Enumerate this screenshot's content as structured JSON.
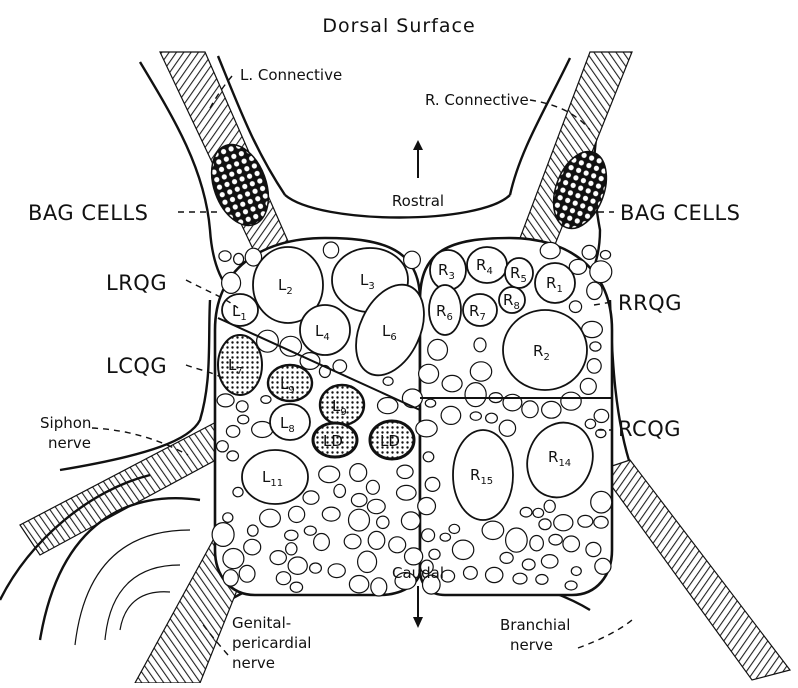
{
  "title": "Dorsal Surface",
  "directions": {
    "rostral": "Rostral",
    "caudal": "Caudal"
  },
  "nerves": {
    "l_connective": "L. Connective",
    "r_connective": "R. Connective",
    "siphon_line1": "Siphon",
    "siphon_line2": "nerve",
    "genital_line1": "Genital-",
    "genital_line2": "pericardial",
    "genital_line3": "nerve",
    "branchial_line1": "Branchial",
    "branchial_line2": "nerve"
  },
  "regions": {
    "bag_cells_left": "BAG CELLS",
    "bag_cells_right": "BAG CELLS",
    "lrqg": "LRQG",
    "lcqg": "LCQG",
    "rrqg": "RRQG",
    "rcqg": "RCQG"
  },
  "cells": {
    "L1": {
      "main": "L",
      "sub": "1"
    },
    "L2": {
      "main": "L",
      "sub": "2"
    },
    "L3": {
      "main": "L",
      "sub": "3"
    },
    "L4": {
      "main": "L",
      "sub": "4"
    },
    "L6": {
      "main": "L",
      "sub": "6"
    },
    "L7": {
      "main": "L",
      "sub": "7"
    },
    "L8": {
      "main": "L",
      "sub": "8"
    },
    "L9a": {
      "main": "L",
      "sub": "9"
    },
    "L9b": {
      "main": "L",
      "sub": "9"
    },
    "L11": {
      "main": "L",
      "sub": "11"
    },
    "LD1": {
      "main": "LD",
      "sub": ""
    },
    "LD2": {
      "main": "LD",
      "sub": ""
    },
    "R1": {
      "main": "R",
      "sub": "1"
    },
    "R2": {
      "main": "R",
      "sub": "2"
    },
    "R3": {
      "main": "R",
      "sub": "3"
    },
    "R4": {
      "main": "R",
      "sub": "4"
    },
    "R5": {
      "main": "R",
      "sub": "5"
    },
    "R6": {
      "main": "R",
      "sub": "6"
    },
    "R7": {
      "main": "R",
      "sub": "7"
    },
    "R8": {
      "main": "R",
      "sub": "8"
    },
    "R14": {
      "main": "R",
      "sub": "14"
    },
    "R15": {
      "main": "R",
      "sub": "15"
    }
  }
}
